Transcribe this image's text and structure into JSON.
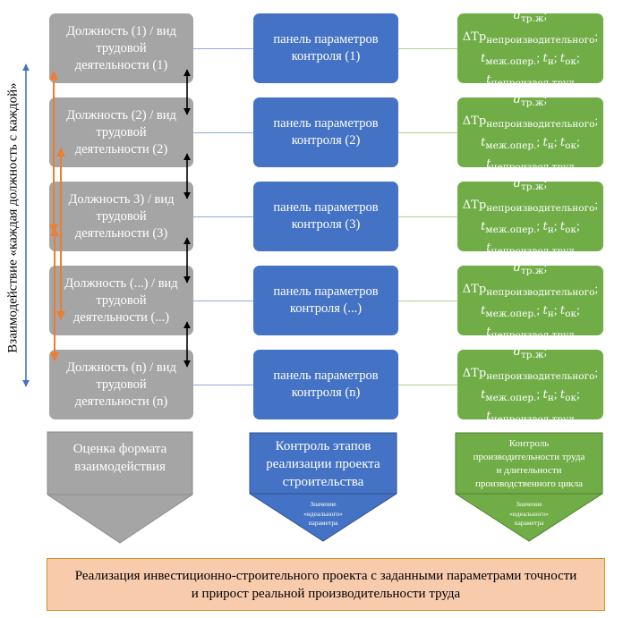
{
  "rows": [
    {
      "position": [
        "Должность (1) / вид",
        "трудовой",
        "деятельности (1)"
      ],
      "panel": [
        "панель параметров",
        "контроля (1)"
      ]
    },
    {
      "position": [
        "Должность (2) / вид",
        "трудовой",
        "деятельности (2)"
      ],
      "panel": [
        "панель параметров",
        "контроля (2)"
      ]
    },
    {
      "position": [
        "Должность 3) / вид",
        "трудовой",
        "деятельности (3)"
      ],
      "panel": [
        "панель параметров",
        "контроля (3)"
      ]
    },
    {
      "position": [
        "Должность (...) / вид",
        "трудовой",
        "деятельности (...)"
      ],
      "panel": [
        "панель параметров",
        "контроля (...)"
      ]
    },
    {
      "position": [
        "Должность (n) / вид",
        "трудовой",
        "деятельности (n)"
      ],
      "panel": [
        "панель параметров",
        "контроля (n)"
      ]
    }
  ],
  "params": {
    "d": "d",
    "d_sub": "тр.ж",
    "delta": "ΔТр",
    "delta_sub": "непроизводительного",
    "t": "t",
    "t1_sub": "меж.опер.",
    "t2_sub": "н",
    "t3_sub": "ок",
    "t4_sub": "непроизвод.труд",
    "sep": ";"
  },
  "side_label": "Взаимодействие «каждая должность с каждой»",
  "bottom": {
    "gray": {
      "lines": [
        "Оценка формата",
        "взаимодействия"
      ]
    },
    "blue": {
      "lines": [
        "Контроль этапов",
        "реализации проекта",
        "строительства"
      ],
      "sub": [
        "Значение",
        "«идеального»",
        "параметра"
      ]
    },
    "green": {
      "lines": [
        "Контроль",
        "производительности труда",
        "и длительности",
        "производственного цикла"
      ],
      "sub": [
        "Значение",
        "«идеального»",
        "параметра"
      ]
    }
  },
  "result": {
    "lines": [
      "Реализация инвестиционно-строительного проекта с заданными параметрами точности",
      "и прирост реальной производительности труда"
    ]
  },
  "colors": {
    "gray": "#a5a5a5",
    "blue": "#4472c4",
    "green": "#70ad47",
    "orange": "#ed7d31",
    "result_fill": "#f8cbad"
  }
}
